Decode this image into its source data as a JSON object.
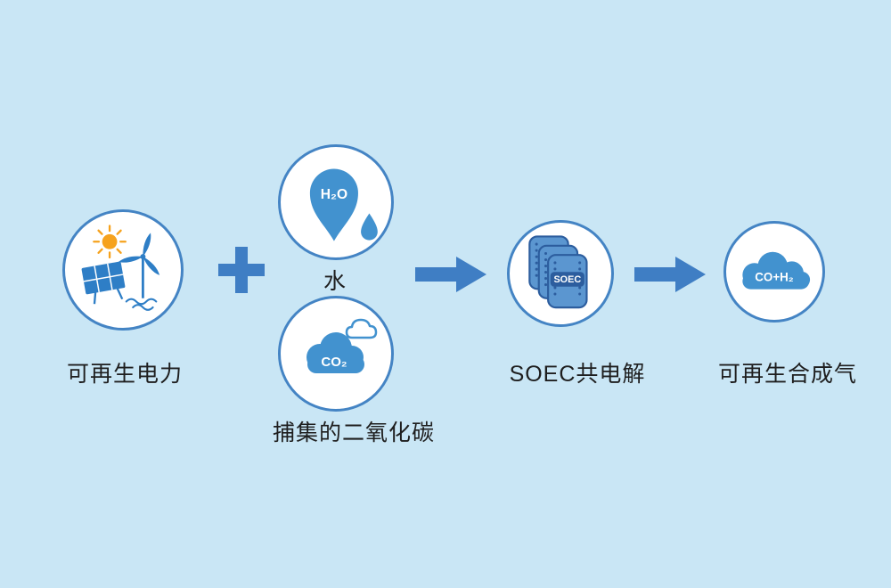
{
  "colors": {
    "background": "#c9e6f5",
    "circle_border": "#4484c4",
    "icon_blue": "#4292cf",
    "icon_dark_blue": "#2c5d9e",
    "operator_blue": "#3f7ec4",
    "sun_orange": "#f6a21d",
    "label_text": "#1e1e1e"
  },
  "nodes": {
    "renewable_power": {
      "label": "可再生电力"
    },
    "water": {
      "label": "水",
      "formula": "H₂O"
    },
    "captured_co2": {
      "label": "捕集的二氧化碳",
      "formula": "CO₂"
    },
    "soec": {
      "label": "SOEC共电解",
      "stack_text": "SOEC"
    },
    "syngas": {
      "label": "可再生合成气",
      "formula": "CO+H₂"
    }
  }
}
